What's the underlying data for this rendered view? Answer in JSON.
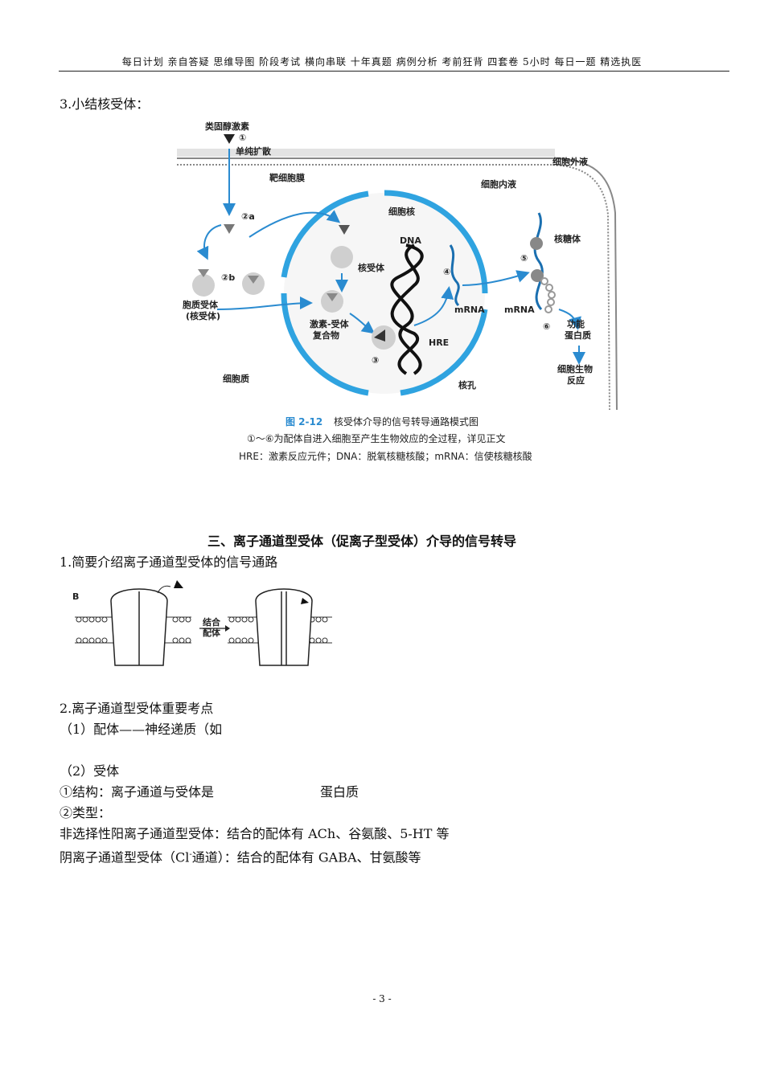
{
  "header": {
    "text": "每日计划 亲自答疑 思维导图 阶段考试 横向串联 十年真题 病例分析 考前狂背 四套卷 5小时 每日一题 精选执医"
  },
  "section_nuclear": {
    "title": "3.小结核受体："
  },
  "figure1": {
    "labels": {
      "steroid": "类固醇激素",
      "step1": "①",
      "diffusion": "单纯扩散",
      "membrane": "靶细胞膜",
      "extracellular": "细胞外液",
      "intracellular": "细胞内液",
      "step2a": "②a",
      "step2b": "②b",
      "cyto_receptor": "胞质受体",
      "cyto_receptor2": "(核受体)",
      "nucleus": "细胞核",
      "dna": "DNA",
      "nuclear_receptor": "核受体",
      "step4": "④",
      "step5": "⑤",
      "ribosome": "核糖体",
      "mrna_in": "mRNA",
      "mrna_out": "mRNA",
      "complex1": "激素-受体",
      "complex2": "复合物",
      "hre": "HRE",
      "step3": "③",
      "step6": "⑥",
      "func1": "功能",
      "func2": "蛋白质",
      "bio1": "细胞生物",
      "bio2": "反应",
      "cytoplasm": "细胞质",
      "pore": "核孔"
    },
    "caption": {
      "fig_no": "图 2-12",
      "title": "核受体介导的信号转导通路模式图",
      "line2": "①～⑥为配体自进入细胞至产生生物效应的全过程，详见正文",
      "line3": "HRE：激素反应元件；DNA：脱氧核糖核酸；mRNA：信使核糖核酸"
    }
  },
  "section_ion": {
    "heading": "三、离子通道型受体（促离子型受体）介导的信号转导",
    "item1": "1.简要介绍离子通道型受体的信号通路",
    "fig_label_b": "B",
    "fig_arrow_1": "结合",
    "fig_arrow_2": "配体",
    "item2": "2.离子通道型受体重要考点",
    "ligand": "（1）配体——神经递质（如",
    "receptor": "（2）受体",
    "structure": "①结构：离子通道与受体是",
    "structure_end": "蛋白质",
    "types": "②类型：",
    "cation": "非选择性阳离子通道型受体：结合的配体有 ACh、谷氨酸、5-HT 等",
    "anion_pre": "阴离子通道型受体（Cl",
    "anion_sup": "-",
    "anion_post": "通道）：结合的配体有 GABA、甘氨酸等"
  },
  "page_number": "- 3 -"
}
